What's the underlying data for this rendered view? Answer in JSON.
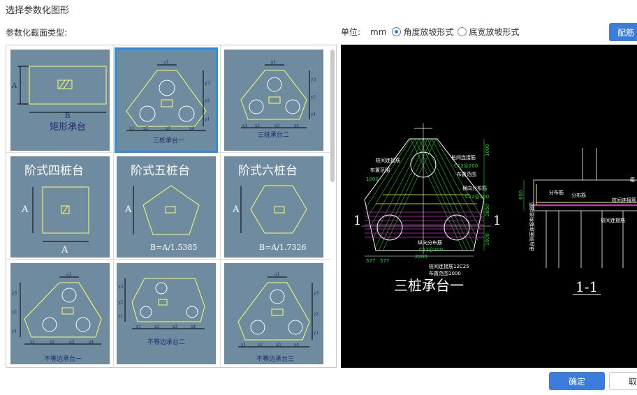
{
  "dialog": {
    "title": "选择参数化图形"
  },
  "section": {
    "type_label": "参数化截面类型:"
  },
  "unit": {
    "label": "单位:",
    "value": "mm"
  },
  "slope_options": [
    {
      "label": "角度放坡形式",
      "selected": true
    },
    {
      "label": "底宽放坡形式",
      "selected": false
    }
  ],
  "buttons": {
    "rebar": "配筋",
    "ok": "确定",
    "cancel": "取"
  },
  "tiles": [
    {
      "caption": "矩形承台",
      "dims": [
        "A",
        "B"
      ],
      "selected": false
    },
    {
      "caption": "三桩承台一",
      "dims": [
        "a1",
        "y1",
        "y2",
        "y3",
        "x1",
        "x2",
        "x3",
        "x4"
      ],
      "selected": true
    },
    {
      "caption": "三桩承台二",
      "dims": [
        "a1",
        "y1",
        "y2",
        "y3",
        "x1",
        "x2",
        "x3",
        "x4"
      ],
      "selected": false
    },
    {
      "caption": "阶式四桩台",
      "dims": [
        "A",
        "A"
      ],
      "selected": false
    },
    {
      "caption": "阶式五桩台",
      "dims": [
        "A"
      ],
      "formula": "B=A/1.5385",
      "selected": false
    },
    {
      "caption": "阶式六桩台",
      "dims": [
        "A"
      ],
      "formula": "B=A/1.7326",
      "selected": false
    },
    {
      "caption": "不等边承台一",
      "dims": [
        "a1",
        "y1",
        "y2",
        "y3",
        "x1",
        "x2",
        "x3",
        "x4"
      ],
      "selected": false
    },
    {
      "caption": "不等边承台二",
      "dims": [
        "y1",
        "y2",
        "y3",
        "x1",
        "x2",
        "x3",
        "x4"
      ],
      "selected": false
    },
    {
      "caption": "不等边承台三",
      "dims": [
        "a1",
        "y1",
        "y2",
        "y3",
        "x1",
        "x2",
        "x3",
        "x4"
      ],
      "selected": false
    }
  ],
  "preview": {
    "plan_title": "三桩承台一",
    "section_title": "1-1",
    "section_mark": "1",
    "labels": {
      "top_left_1": "桩间连接筋",
      "top_left_2": "布置范围",
      "top_left_3": "1000",
      "top_right_1": "桩间连接筋",
      "top_right_2": "C12@200",
      "top_right_3": "布置范围",
      "horiz_dist": "横向分布筋",
      "horiz_dist_spec": "C12@200",
      "long_dist": "纵向分布筋",
      "long_dist_spec": "C12@200",
      "bottom_1": "桩间连接筋12C25",
      "bottom_2": "布置范围1000",
      "dim_bottom": "2200",
      "dim_577a": "577",
      "dim_577b": "577",
      "dim_1000a": "1000",
      "dim_2850": "2850",
      "dim_1000b": "1000",
      "sec_dist1": "分布筋",
      "sec_dist2": "分布筋",
      "sec_conn1": "桩间连接筋",
      "sec_conn2": "桩间连接筋",
      "sec_dim": "600",
      "sec_side": "承台侧面连接构造钢筋",
      "sec_right": "箍"
    }
  }
}
